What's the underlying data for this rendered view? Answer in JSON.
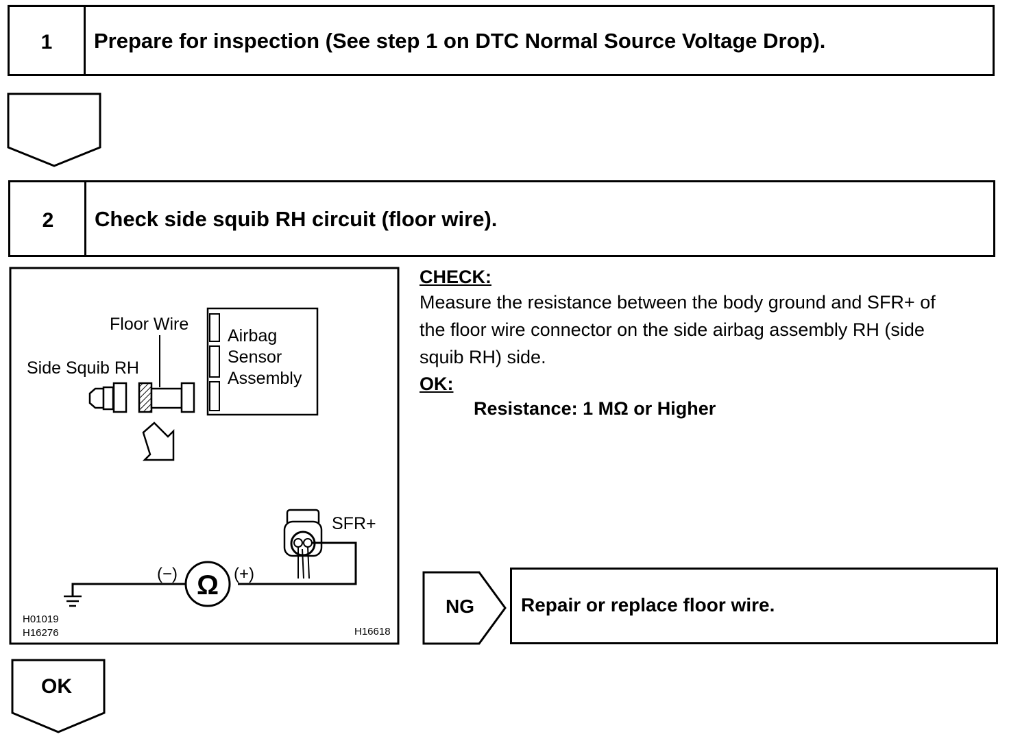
{
  "step1": {
    "number": "1",
    "title": "Prepare for inspection (See step 1 on DTC Normal Source Voltage Drop)."
  },
  "step2": {
    "number": "2",
    "title": "Check side squib RH circuit (floor wire)."
  },
  "figure": {
    "floor_wire_label": "Floor Wire",
    "side_squib_label": "Side Squib RH",
    "airbag_sensor_label_1": "Airbag",
    "airbag_sensor_label_2": "Sensor",
    "airbag_sensor_label_3": "Assembly",
    "terminal_label": "SFR+",
    "meter_minus": "(−)",
    "meter_plus": "(+)",
    "meter_symbol": "Ω",
    "ref_code_1": "H01019",
    "ref_code_2": "H16276",
    "ref_code_3": "H16618"
  },
  "check": {
    "heading": "CHECK:",
    "line1": "Measure the resistance between the body ground and SFR+ of",
    "line2": "the floor wire connector on the side airbag assembly RH (side",
    "line3": "squib RH) side.",
    "ok_heading": "OK:",
    "spec": "Resistance: 1 MΩ or Higher"
  },
  "ng": {
    "label": "NG",
    "action": "Repair or replace floor wire."
  },
  "ok": {
    "label": "OK"
  }
}
